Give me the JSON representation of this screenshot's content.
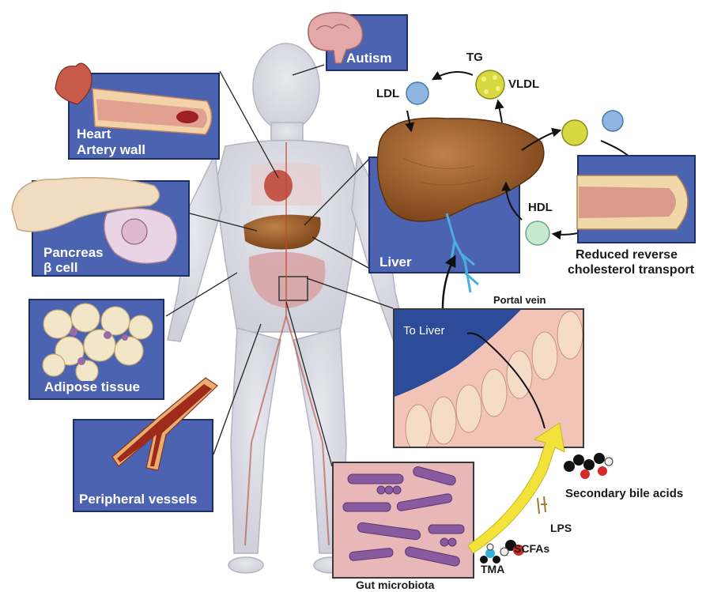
{
  "labels": {
    "autism": "Autism",
    "heart": "Heart",
    "artery_wall": "Artery wall",
    "pancreas": "Pancreas",
    "beta_cell": "β cell",
    "adipose": "Adipose tissue",
    "peripheral": "Peripheral vessels",
    "liver": "Liver",
    "tg": "TG",
    "vldl": "VLDL",
    "ldl": "LDL",
    "hdl": "HDL",
    "reduced_1": "Reduced reverse",
    "reduced_2": "cholesterol transport",
    "portal_vein": "Portal vein",
    "to_liver": "To Liver",
    "secondary_bile": "Secondary bile acids",
    "lps": "LPS",
    "scfas": "SCFAs",
    "tma": "TMA",
    "gut_microbiota": "Gut microbiota"
  },
  "colors": {
    "panel_blue": "#4b63b0",
    "liver_brown": "#9a5a2a",
    "artery_red": "#b33a2a",
    "bacteria_purple": "#8a5aa0",
    "gut_pink": "#e8b8b8",
    "lumen_blue": "#2c4c9a",
    "lipoprotein_yellow": "#d8d840",
    "ldl_blue": "#8fb6e0",
    "arrow_yellow": "#f2e23a"
  }
}
